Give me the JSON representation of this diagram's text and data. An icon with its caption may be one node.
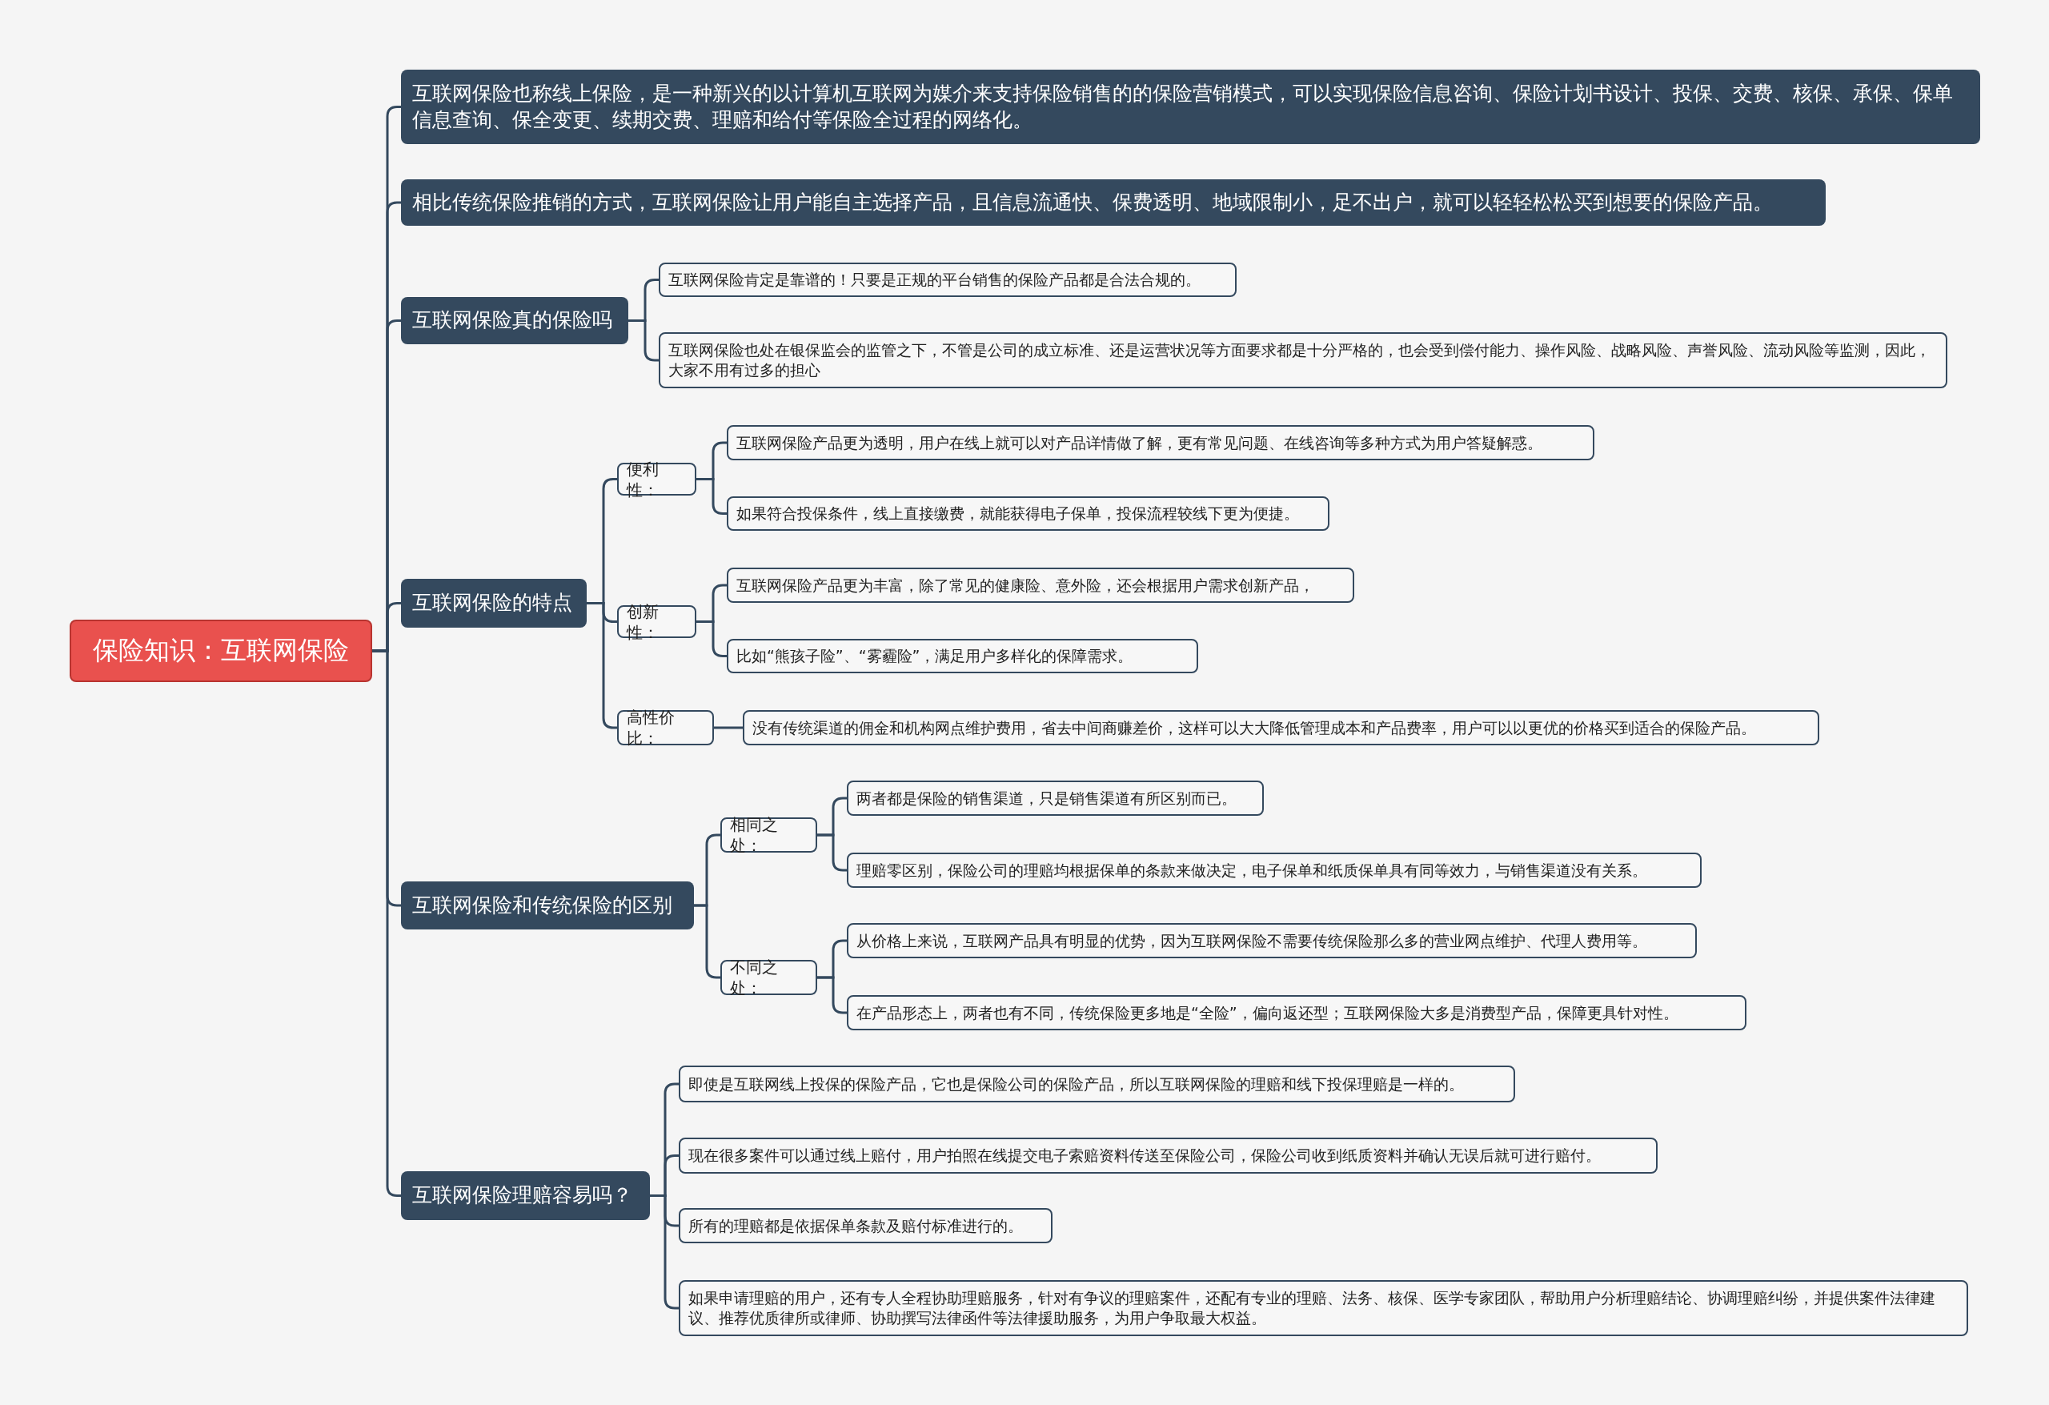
{
  "diagram": {
    "nodes": [
      {
        "text": [
          "保险知识：互联网保险"
        ]
      },
      {
        "text": [
          "互联网保险也称线上保险，是一种新兴的以计算机互联网为媒介来支持保险销售的的保险营销模式，可以实现保险信息咨询、保险计划书设计、投保、交费、核保、承保、保单信息查询、保全变更、续期交费、理赔和给付等保险全过程的网络化。"
        ]
      },
      {
        "text": [
          "相比传统保险推销的方式，互联网保险让用户能自主选择产品，且信息流通快、保费透明、地域限制小，足不出户，就可以轻轻松松买到想要的保险产品。"
        ]
      },
      {
        "text": [
          "互联网保险真的保险吗"
        ]
      },
      {
        "text": [
          "互联网保险肯定是靠谱的！只要是正规的平台销售的保险产品都是合法合规的。"
        ]
      },
      {
        "text": [
          "互联网保险也处在银保监会的监管之下，不管是公司的成立标准、还是运营状况等方面要求都是十分严格的，也会受到偿付能力、操作风险、战略风险、声誉风险、流动风险等监测，因此，大家不用有过多的担心"
        ]
      },
      {
        "text": [
          "互联网保险的特点"
        ]
      },
      {
        "text": [
          "便利性："
        ]
      },
      {
        "text": [
          "互联网保险产品更为透明，用户在线上就可以对产品详情做了解，更有常见问题、在线咨询等多种方式为用户答疑解惑。"
        ]
      },
      {
        "text": [
          "如果符合投保条件，线上直接缴费，就能获得电子保单，投保流程较线下更为便捷。"
        ]
      },
      {
        "text": [
          "创新性："
        ]
      },
      {
        "text": [
          "互联网保险产品更为丰富，除了常见的健康险、意外险，还会根据用户需求创新产品，"
        ]
      },
      {
        "text": [
          "比如“熊孩子险”、“雾霾险”，满足用户多样化的保障需求。"
        ]
      },
      {
        "text": [
          "高性价比："
        ]
      },
      {
        "text": [
          "没有传统渠道的佣金和机构网点维护费用，省去中间商赚差价，这样可以大大降低管理成本和产品费率，用户可以以更优的价格买到适合的保险产品。"
        ]
      },
      {
        "text": [
          "互联网保险和传统保险的区别"
        ]
      },
      {
        "text": [
          "相同之处："
        ]
      },
      {
        "text": [
          "两者都是保险的销售渠道，只是销售渠道有所区别而已。"
        ]
      },
      {
        "text": [
          "理赔零区别，保险公司的理赔均根据保单的条款来做决定，电子保单和纸质保单具有同等效力，与销售渠道没有关系。"
        ]
      },
      {
        "text": [
          "不同之处："
        ]
      },
      {
        "text": [
          "从价格上来说，互联网产品具有明显的优势，因为互联网保险不需要传统保险那么多的营业网点维护、代理人费用等。"
        ]
      },
      {
        "text": [
          "在产品形态上，两者也有不同，传统保险更多地是“全险”，偏向返还型；互联网保险大多是消费型产品，保障更具针对性。"
        ]
      },
      {
        "text": [
          "互联网保险理赔容易吗？"
        ]
      },
      {
        "text": [
          "即使是互联网线上投保的保险产品，它也是保险公司的保险产品，所以互联网保险的理赔和线下投保理赔是一样的。"
        ]
      },
      {
        "text": [
          "现在很多案件可以通过线上赔付，用户拍照在线提交电子索赔资料传送至保险公司，保险公司收到纸质资料并确认无误后就可进行赔付。"
        ]
      },
      {
        "text": [
          "所有的理赔都是依据保单条款及赔付标准进行的。"
        ]
      },
      {
        "text": [
          "如果申请理赔的用户，还有专人全程协助理赔服务，针对有争议的理赔案件，还配有专业的理赔、法务、核保、医学专家团队，帮助用户分析理赔结论、协调理赔纠纷，并提供案件法律建议、推荐优质律所或律师、协助撰写法律函件等法律援助服务，为用户争取最大权益。"
        ]
      }
    ],
    "edges": [
      {
        "from": 0,
        "to": 1,
        "arrow": "none"
      },
      {
        "from": 0,
        "to": 2,
        "arrow": "none"
      },
      {
        "from": 0,
        "to": 3,
        "arrow": "none"
      },
      {
        "from": 3,
        "to": 4,
        "arrow": "none"
      },
      {
        "from": 3,
        "to": 5,
        "arrow": "none"
      },
      {
        "from": 0,
        "to": 6,
        "arrow": "none"
      },
      {
        "from": 6,
        "to": 7,
        "arrow": "none"
      },
      {
        "from": 7,
        "to": 8,
        "arrow": "none"
      },
      {
        "from": 7,
        "to": 9,
        "arrow": "none"
      },
      {
        "from": 6,
        "to": 10,
        "arrow": "none"
      },
      {
        "from": 10,
        "to": 11,
        "arrow": "none"
      },
      {
        "from": 10,
        "to": 12,
        "arrow": "none"
      },
      {
        "from": 6,
        "to": 13,
        "arrow": "none"
      },
      {
        "from": 13,
        "to": 14,
        "arrow": "none"
      },
      {
        "from": 0,
        "to": 15,
        "arrow": "none"
      },
      {
        "from": 15,
        "to": 16,
        "arrow": "none"
      },
      {
        "from": 16,
        "to": 17,
        "arrow": "none"
      },
      {
        "from": 16,
        "to": 18,
        "arrow": "none"
      },
      {
        "from": 15,
        "to": 19,
        "arrow": "none"
      },
      {
        "from": 19,
        "to": 20,
        "arrow": "none"
      },
      {
        "from": 19,
        "to": 21,
        "arrow": "none"
      },
      {
        "from": 0,
        "to": 22,
        "arrow": "none"
      },
      {
        "from": 22,
        "to": 23,
        "arrow": "none"
      },
      {
        "from": 22,
        "to": 24,
        "arrow": "none"
      },
      {
        "from": 22,
        "to": 25,
        "arrow": "none"
      },
      {
        "from": 22,
        "to": 26,
        "arrow": "none"
      }
    ]
  }
}
